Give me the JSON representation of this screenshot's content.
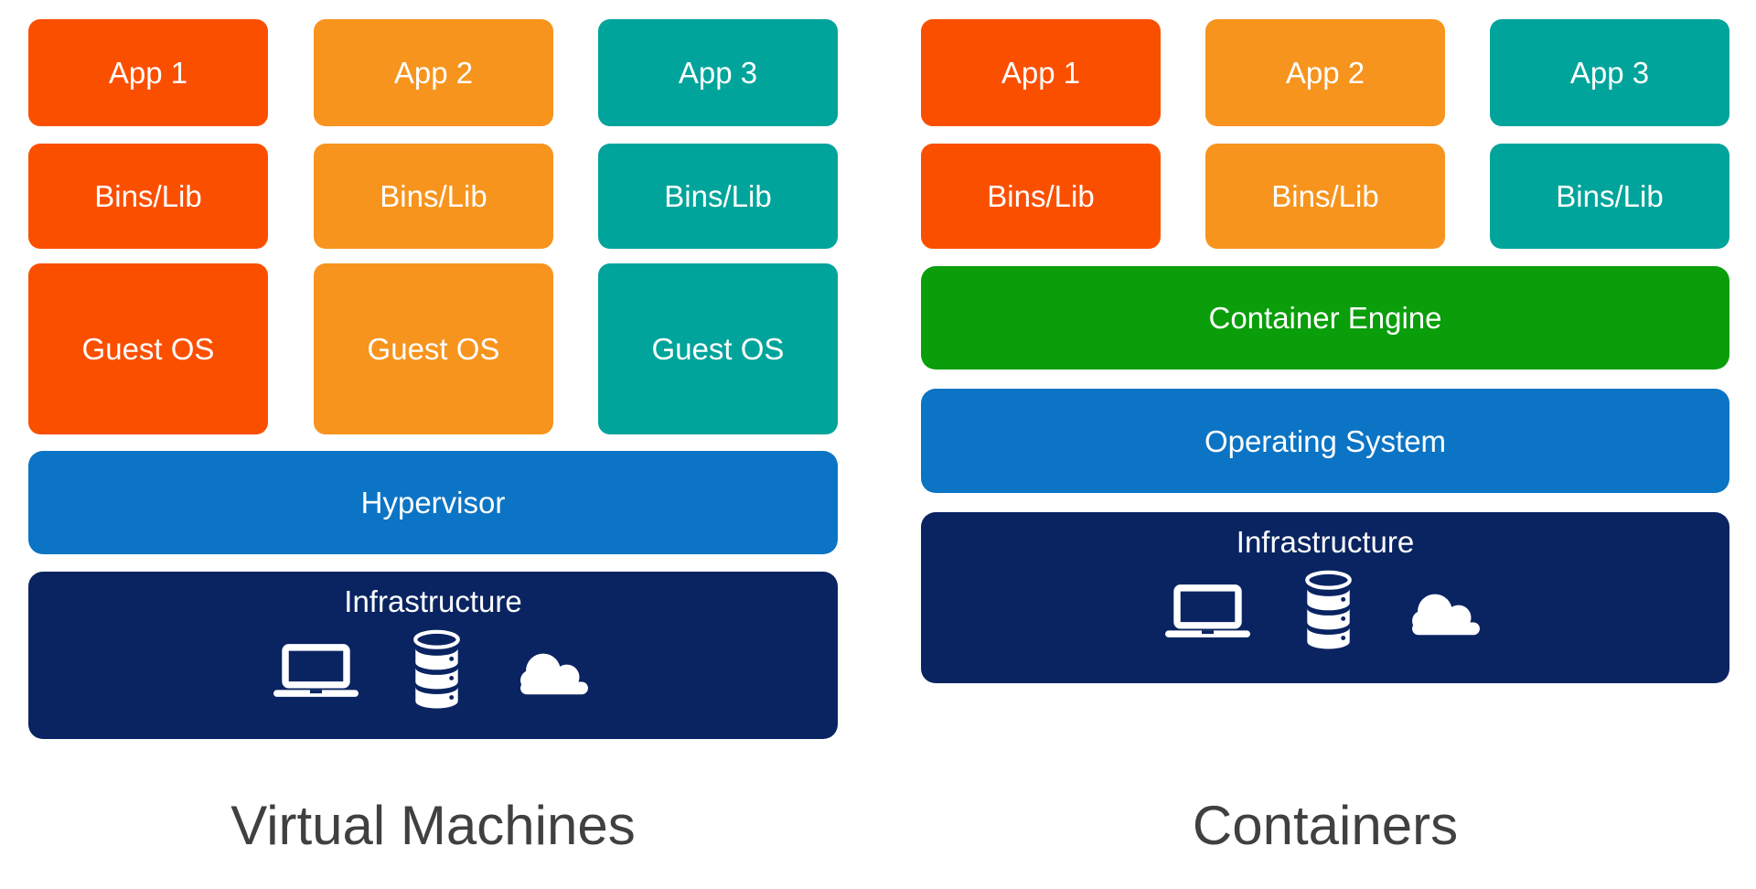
{
  "vm": {
    "title": "Virtual Machines",
    "columns": [
      {
        "app": "App 1",
        "bins": "Bins/Lib",
        "guest": "Guest OS"
      },
      {
        "app": "App 2",
        "bins": "Bins/Lib",
        "guest": "Guest OS"
      },
      {
        "app": "App 3",
        "bins": "Bins/Lib",
        "guest": "Guest OS"
      }
    ],
    "hypervisor_label": "Hypervisor",
    "infrastructure_label": "Infrastructure"
  },
  "containers": {
    "title": "Containers",
    "columns": [
      {
        "app": "App 1",
        "bins": "Bins/Lib"
      },
      {
        "app": "App 2",
        "bins": "Bins/Lib"
      },
      {
        "app": "App 3",
        "bins": "Bins/Lib"
      }
    ],
    "engine_label": "Container Engine",
    "os_label": "Operating System",
    "infrastructure_label": "Infrastructure"
  },
  "icons": {
    "laptop": "laptop-icon",
    "database": "database-icon",
    "cloud": "cloud-icon"
  },
  "colors": {
    "app1_red_orange": "#FB4F00",
    "app2_orange": "#F7941E",
    "app3_teal": "#00A49B",
    "container_engine_green": "#0A9E0A",
    "hypervisor_os_blue": "#0C74C4",
    "infrastructure_navy": "#0A2462",
    "title_gray": "#404040",
    "box_text_white": "#FFFFFF"
  }
}
